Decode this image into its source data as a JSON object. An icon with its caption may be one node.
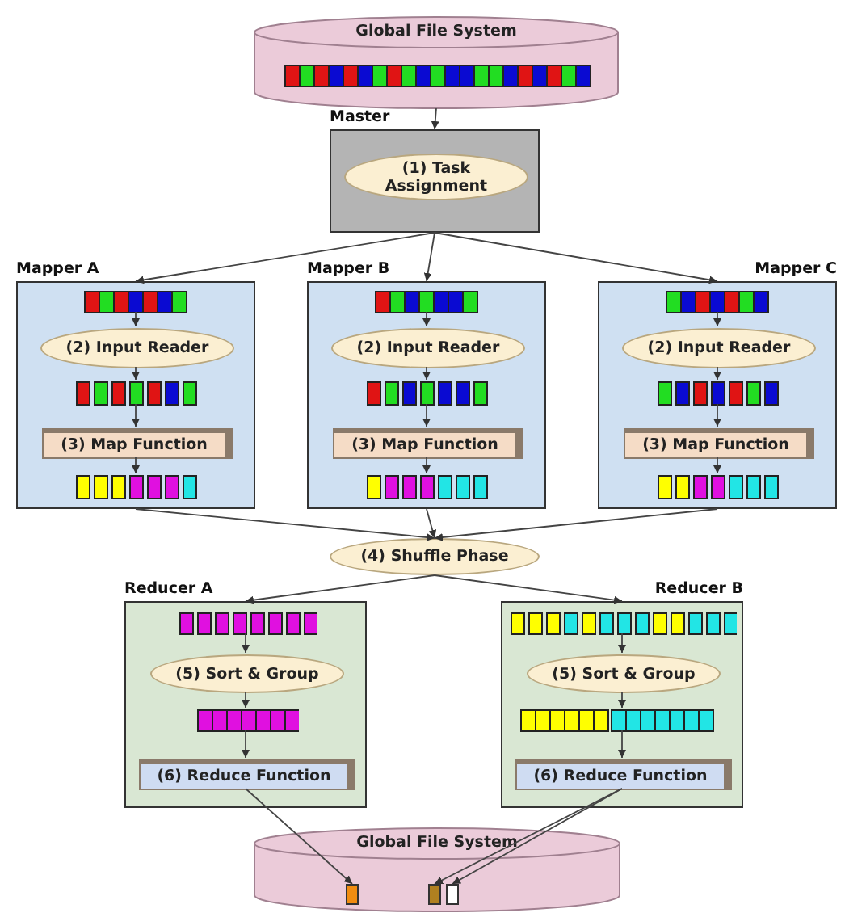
{
  "diagram": {
    "nodes": [
      {
        "text": [
          "Global File System"
        ]
      },
      {
        "text": [
          "Master"
        ]
      },
      {
        "text": [
          "(1) Task Assignment"
        ],
        "in": 1
      },
      {
        "text": [
          "Mapper A"
        ]
      },
      {
        "text": [],
        "shape": "bar",
        "in": 3
      },
      {
        "text": [
          "(2) Input Reader"
        ],
        "in": 3
      },
      {
        "text": [],
        "shape": "bar",
        "in": 3
      },
      {
        "text": [
          "(3) Map Function"
        ],
        "in": 3
      },
      {
        "text": [],
        "shape": "bar",
        "in": 3
      },
      {
        "text": [
          "Mapper B"
        ]
      },
      {
        "text": [],
        "shape": "bar",
        "in": 9
      },
      {
        "text": [
          "(2) Input Reader"
        ],
        "in": 9
      },
      {
        "text": [],
        "shape": "bar",
        "in": 9
      },
      {
        "text": [
          "(3) Map Function"
        ],
        "in": 9
      },
      {
        "text": [],
        "shape": "bar",
        "in": 9
      },
      {
        "text": [
          "Mapper C"
        ]
      },
      {
        "text": [],
        "shape": "bar",
        "in": 15
      },
      {
        "text": [
          "(2) Input Reader"
        ],
        "in": 15
      },
      {
        "text": [],
        "shape": "bar",
        "in": 15
      },
      {
        "text": [
          "(3) Map Function"
        ],
        "in": 15
      },
      {
        "text": [],
        "shape": "bar",
        "in": 15
      },
      {
        "text": [
          "(4) Shuffle Phase"
        ]
      },
      {
        "text": [
          "Reducer A"
        ]
      },
      {
        "text": [],
        "shape": "bar",
        "in": 22
      },
      {
        "text": [
          "(5) Sort & Group"
        ],
        "in": 22
      },
      {
        "text": [],
        "shape": "bar",
        "in": 22
      },
      {
        "text": [
          "(6) Reduce Function"
        ],
        "in": 22
      },
      {
        "text": [
          "Reducer B"
        ]
      },
      {
        "text": [],
        "shape": "bar",
        "in": 27
      },
      {
        "text": [
          "(5) Sort & Group"
        ],
        "in": 27
      },
      {
        "text": [],
        "shape": "bar",
        "in": 27
      },
      {
        "text": [
          "(6) Reduce Function"
        ],
        "in": 27
      },
      {
        "text": [
          "Global File System"
        ]
      },
      {
        "text": [],
        "shape": "box",
        "in": 32
      },
      {
        "text": [],
        "shape": "box",
        "in": 32
      },
      {
        "text": [],
        "shape": "box",
        "in": 32
      }
    ],
    "edges": [
      {
        "from": 0,
        "to": 1,
        "arrow": "to"
      },
      {
        "from": 1,
        "to": 3,
        "arrow": "to"
      },
      {
        "from": 1,
        "to": 9,
        "arrow": "to"
      },
      {
        "from": 1,
        "to": 15,
        "arrow": "to"
      },
      {
        "from": 4,
        "to": 5,
        "arrow": "to"
      },
      {
        "from": 5,
        "to": 6,
        "arrow": "to"
      },
      {
        "from": 6,
        "to": 7,
        "arrow": "to"
      },
      {
        "from": 7,
        "to": 8,
        "arrow": "to"
      },
      {
        "from": 10,
        "to": 11,
        "arrow": "to"
      },
      {
        "from": 11,
        "to": 12,
        "arrow": "to"
      },
      {
        "from": 12,
        "to": 13,
        "arrow": "to"
      },
      {
        "from": 13,
        "to": 14,
        "arrow": "to"
      },
      {
        "from": 16,
        "to": 17,
        "arrow": "to"
      },
      {
        "from": 17,
        "to": 18,
        "arrow": "to"
      },
      {
        "from": 18,
        "to": 19,
        "arrow": "to"
      },
      {
        "from": 19,
        "to": 20,
        "arrow": "to"
      },
      {
        "from": 3,
        "to": 21,
        "arrow": "to"
      },
      {
        "from": 9,
        "to": 21,
        "arrow": "to"
      },
      {
        "from": 15,
        "to": 21,
        "arrow": "to"
      },
      {
        "from": 21,
        "to": 22,
        "arrow": "to"
      },
      {
        "from": 21,
        "to": 27,
        "arrow": "to"
      },
      {
        "from": 23,
        "to": 24,
        "arrow": "to"
      },
      {
        "from": 24,
        "to": 25,
        "arrow": "to"
      },
      {
        "from": 25,
        "to": 26,
        "arrow": "to"
      },
      {
        "from": 28,
        "to": 29,
        "arrow": "to"
      },
      {
        "from": 29,
        "to": 30,
        "arrow": "to"
      },
      {
        "from": 30,
        "to": 31,
        "arrow": "to"
      },
      {
        "from": 26,
        "to": 33,
        "arrow": "to"
      },
      {
        "from": 31,
        "to": 34,
        "arrow": "to"
      },
      {
        "from": 31,
        "to": 35,
        "arrow": "to"
      }
    ]
  }
}
